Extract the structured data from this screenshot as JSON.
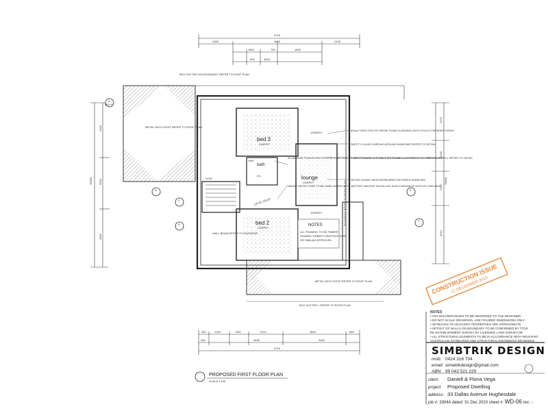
{
  "dims": {
    "top_overall": "9715",
    "top_row2": [
      "2065",
      "4600",
      "2445"
    ],
    "top_row3": [
      "1800",
      "750",
      "1850"
    ],
    "top_row4": [
      "800",
      "1600"
    ],
    "bottom_row1": [
      "440",
      "1250",
      "1150",
      "2010",
      "3805",
      "865"
    ],
    "bottom_row2": [
      "450",
      "5495",
      "3450"
    ],
    "bottom_overall": "9715",
    "left_overall": "10600",
    "left_parts": [
      "3100",
      "3150",
      "3900"
    ],
    "right_overall": "10600",
    "right_parts": [
      "2570",
      "2190",
      "2310",
      "3410"
    ]
  },
  "annotations": {
    "box_gutter": "BOX GUTTER ON BOUNDARY REFER TO ROOF PLAN",
    "metal_roof_top": "METAL DECK ROOF REFER TO ROOF PLAN",
    "metal_roof_bottom": "METAL DECK ROOF REFER TO ROOF PLAN",
    "box_gutter_bottom": "BOX GUTTER + REFER TO ROOF PLAN",
    "cladding": "60mm THICK POLYSTYRENE FOAM CLADDING WITH STUCCO RENDER FINISH",
    "privacy": "SAFETY GLASS SHROUD AROUND WINDOWS REFER TO DETAIL",
    "screening": "TIMBER FRAMED PRIVACY SCREENING ALIGNED WITH PERFORATED PLY REFER TO DETAIL",
    "flashing": "NOVEN SHADE WEATHERBOARDS BETWEEN WINDOWS",
    "aluminium": "ALUMINIUM TRANSITION STRIP AT JUNCTION OF DIFFERING FLOOR FINISHES TO BE FLUSH FINISH TO FINISH FLOOR",
    "smoke": "SMOKE DETECTORS TO BE HARD WIRED WITH BATTERY BACKUP INSTALLED IN ACCORDANCE WITH AS 3786-1993",
    "wall_beam": "WALL BEAM REFER TO ENGINEER",
    "void": "VOID",
    "bulkhead": "BULKHEAD REFER TO ROOF PLAN",
    "up_rl": "UP RL 100.87",
    "fall": "FALL TO FLOOR WASTE"
  },
  "rooms": {
    "bed3": "bed 3",
    "bed3_sub": "CARPET",
    "bed2": "bed 2",
    "bed2_sub": "CARPET",
    "lounge": "lounge",
    "lounge_sub": "CARPET",
    "bath": "bath",
    "wc": "w.c.",
    "bath_small": "SHR",
    "joinery": "JOINERY"
  },
  "notes_box": {
    "title": "NOTES",
    "lines": [
      "ALL FRAMING TO BE TIMBER",
      "FRAMED TIMBER CONSTRUCTION",
      "OR SIMILAR APPROVED"
    ]
  },
  "section_markers": [
    "A",
    "B",
    "C",
    "D",
    "E",
    "F"
  ],
  "marker_sheet": "WD-10",
  "plan_title": "PROPOSED FIRST FLOOR PLAN",
  "plan_scale": "SCALE 1:100",
  "stamp": {
    "line1": "CONSTRUCTION ISSUE",
    "line2": "21 DECEMBER 2010",
    "color": "#e98a3c"
  },
  "general_notes": {
    "title": "NOTES",
    "lines": [
      "• ANY DISCREPANCIES TO BE REFERRED TO THE DESIGNER",
      "• DO NOT SCALE DRAWINGS, USE FIGURED DIMENSIONS ONLY",
      "• SETBACKS TO ADJACENT PROPERTIES ARE APPROXIMATE",
      "• SETOUT OF WALLS ON BOUNDARY TO BE CONFIRMED BY TITLE",
      "  RE-ESTABLISHMENT SURVEY BY LICENSED LAND SURVEYOR",
      "• ALL STRUCTURAL ELEMENTS TO BE IN ACCORDANCE WITH RELEVANT",
      "  AUSTRALIAN STANDARDS AND STRUCTURAL ENGINEERS DRAWINGS"
    ]
  },
  "title_block": {
    "logo": "SIMBTRIK DESIGN",
    "mob_label": "mob:",
    "mob": "0424 316 704",
    "email_label": "email:",
    "email": "simatrikdesign@gmail.com",
    "abn_label": "ABN:",
    "abn": "99 043 521 229",
    "client_label": "client:",
    "client": "Daniell & Flona Vega",
    "project_label": "project:",
    "project": "Proposed Dwelling",
    "address_label": "address:",
    "address": "33 Dallas Avenue Hughesdale",
    "job_label": "job #:",
    "job": "33044",
    "dated_label": "dated:",
    "dated": "31 Dec 2010",
    "sheet_label": "sheet #:",
    "sheet": "WD-06",
    "rev_label": "rev.:",
    "rev": "-"
  },
  "colors": {
    "stamp": "#e98a3c",
    "line": "#333333"
  }
}
